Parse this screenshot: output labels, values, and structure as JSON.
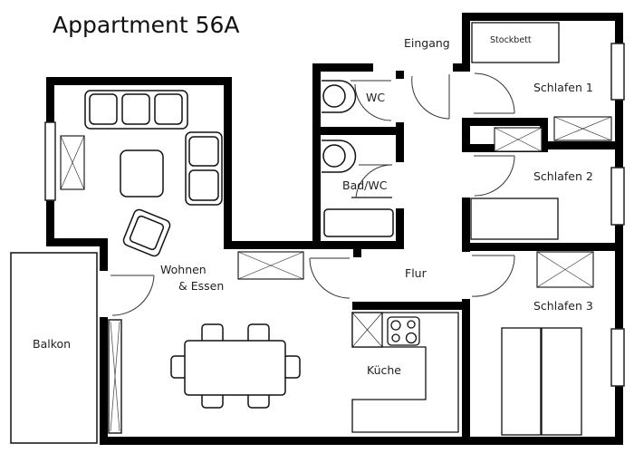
{
  "title": "Appartment 56A",
  "rooms": {
    "eingang": "Eingang",
    "wc": "WC",
    "bad_wc": "Bad/WC",
    "schlafen1": "Schlafen 1",
    "stockbett": "Stockbett",
    "schlafen2": "Schlafen 2",
    "schlafen3": "Schlafen 3",
    "wohnen_line1": "Wohnen",
    "wohnen_line2": "& Essen",
    "flur": "Flur",
    "kueche": "Küche",
    "balkon": "Balkon"
  },
  "colors": {
    "wall": "#000000",
    "line": "#222222",
    "background": "#ffffff"
  }
}
